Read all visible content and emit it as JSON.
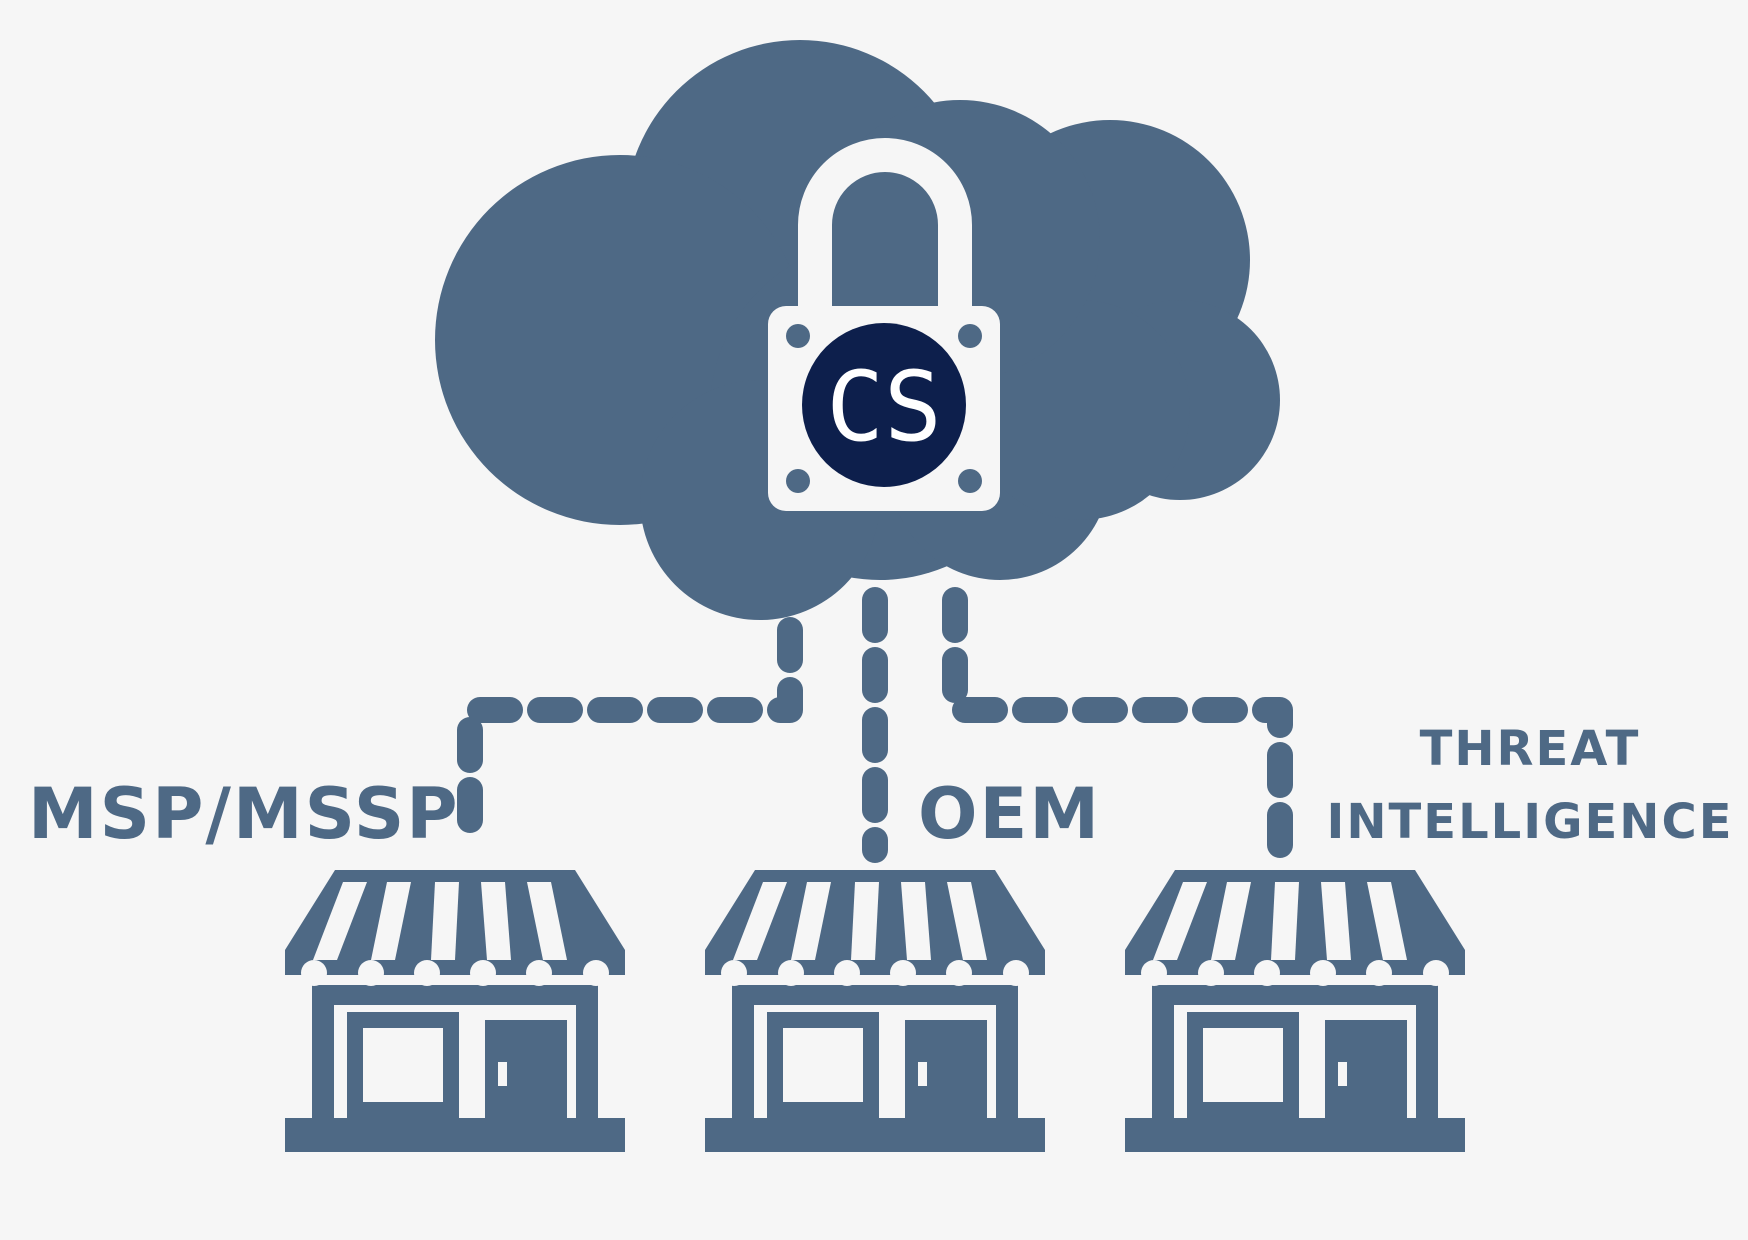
{
  "colors": {
    "background": "#f6f6f6",
    "primary": "#4e6985",
    "badge": "#0d1f4c",
    "lock_body": "#f6f6f6"
  },
  "cloud": {
    "icon": "cloud-icon",
    "lock": {
      "icon": "padlock-icon",
      "badge_text": "CS"
    }
  },
  "nodes": [
    {
      "id": "msp",
      "label_lines": [
        "MSP/MSSP"
      ],
      "icon": "storefront-icon"
    },
    {
      "id": "oem",
      "label_lines": [
        "OEM"
      ],
      "icon": "storefront-icon"
    },
    {
      "id": "threat",
      "label_lines": [
        "THREAT",
        "INTELLIGENCE"
      ],
      "icon": "storefront-icon"
    }
  ]
}
